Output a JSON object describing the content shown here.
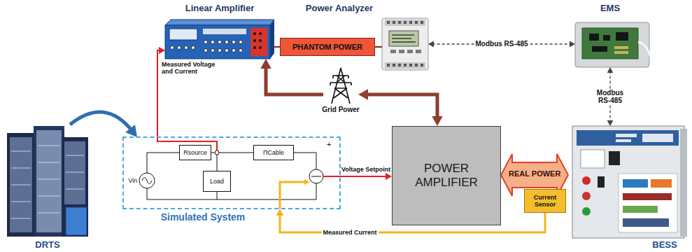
{
  "diagram": {
    "nodes": [
      {
        "text": [
          "Linear Amplifier"
        ]
      },
      {
        "text": [
          "Power Analyzer"
        ]
      },
      {
        "text": [
          "EMS"
        ]
      },
      {
        "text": [
          "PHANTOM POWER"
        ]
      },
      {
        "text": [
          "Grid Power"
        ]
      },
      {
        "text": [
          "Simulated System"
        ]
      },
      {
        "text": [
          "Rsource"
        ],
        "in": 5
      },
      {
        "text": [
          "ΠCable"
        ],
        "in": 5
      },
      {
        "text": [
          "Load"
        ],
        "in": 5
      },
      {
        "text": [
          "POWER AMPLIFIER"
        ]
      },
      {
        "text": [
          "Current Sensor"
        ]
      },
      {
        "text": [
          "DRTS"
        ]
      },
      {
        "text": [
          "BESS"
        ]
      }
    ],
    "edges": [
      {
        "from": 5,
        "to": 0,
        "arrow": "to",
        "label": "Measured Voltage and Current"
      },
      {
        "from": 0,
        "to": 3,
        "arrow": "none"
      },
      {
        "from": 3,
        "to": 1,
        "arrow": "none"
      },
      {
        "from": 1,
        "to": 2,
        "arrow": "both",
        "label": "Modbus RS-485"
      },
      {
        "from": 2,
        "to": 12,
        "arrow": "both",
        "label": "Modbus RS-485"
      },
      {
        "from": 4,
        "to": 0,
        "arrow": "to"
      },
      {
        "from": 4,
        "to": 9,
        "arrow": "both"
      },
      {
        "from": 5,
        "to": 9,
        "arrow": "to",
        "label": "Voltage Setpoint"
      },
      {
        "from": 9,
        "to": 12,
        "arrow": "both",
        "label": "REAL POWER"
      },
      {
        "from": 10,
        "to": 5,
        "arrow": "to",
        "label": "Measured Current"
      },
      {
        "from": 11,
        "to": 5,
        "arrow": "to"
      }
    ],
    "labels": [
      "Vin",
      "+"
    ]
  }
}
